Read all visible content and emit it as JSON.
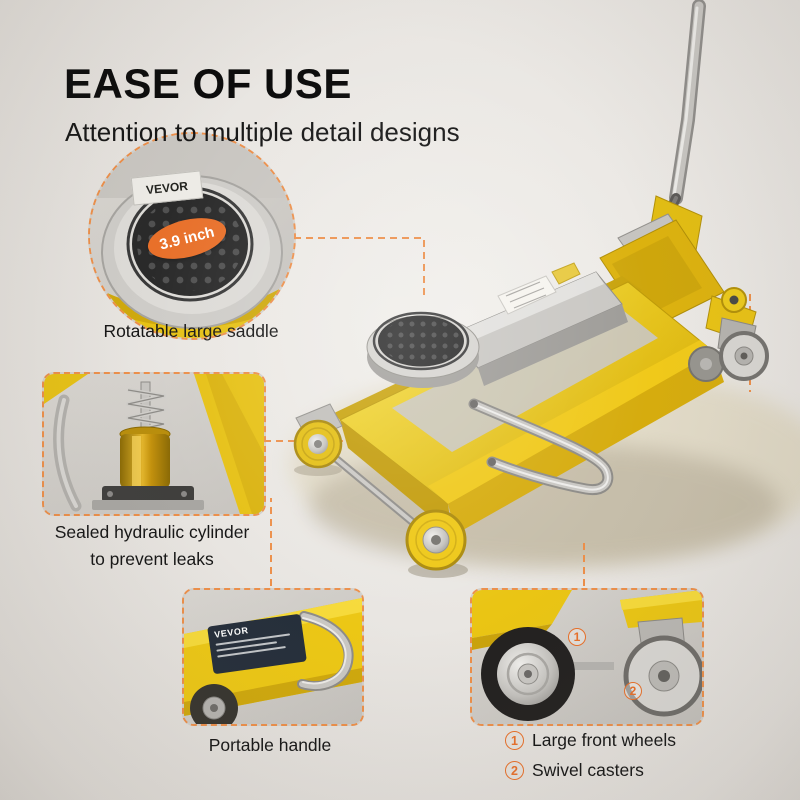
{
  "page": {
    "title": "EASE OF USE",
    "subtitle": "Attention to multiple detail designs"
  },
  "brand": "VEVOR",
  "badges": {
    "saddle_size": "3.9 inch"
  },
  "callouts": {
    "saddle": {
      "caption": "Rotatable large saddle"
    },
    "cylinder": {
      "caption_line1": "Sealed hydraulic cylinder",
      "caption_line2": "to prevent leaks"
    },
    "handle": {
      "caption": "Portable handle"
    },
    "wheels": {
      "legend": [
        {
          "num": "1",
          "label": "Large front wheels"
        },
        {
          "num": "2",
          "label": "Swivel casters"
        }
      ]
    }
  },
  "colors": {
    "accent_orange": "#E8702A",
    "callout_line_orange": "#EC8F4A",
    "jack_yellow": "#EAC515",
    "silver": "#C9C7C3",
    "background": "#E8E5E1"
  }
}
